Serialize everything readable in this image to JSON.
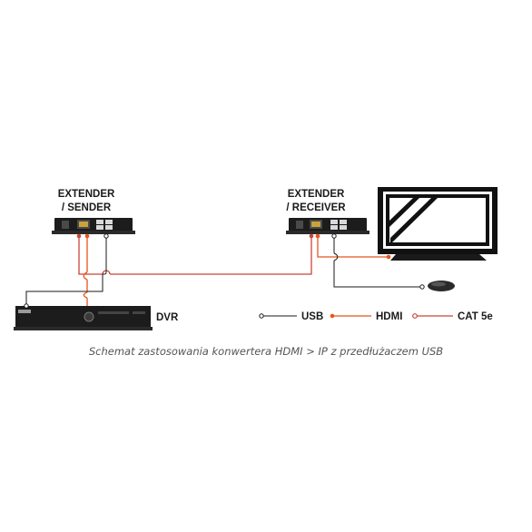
{
  "devices": {
    "sender_line1": "EXTENDER",
    "sender_line2": "/ SENDER",
    "receiver_line1": "EXTENDER",
    "receiver_line2": "/ RECEIVER",
    "dvr_label": "DVR"
  },
  "legend": {
    "usb": "USB",
    "hdmi": "HDMI",
    "cat5e": "CAT 5e"
  },
  "caption": "Schemat zastosowania konwertera HDMI > IP z przedłużaczem USB",
  "colors": {
    "usb_line": "#1a1a1a",
    "hdmi_line": "#e8541c",
    "cat5e_line": "#c8453a",
    "device_body": "#1c1c1c"
  },
  "icons": [
    "dvr-icon",
    "monitor-icon",
    "mouse-icon",
    "extender-sender-icon",
    "extender-receiver-icon"
  ]
}
